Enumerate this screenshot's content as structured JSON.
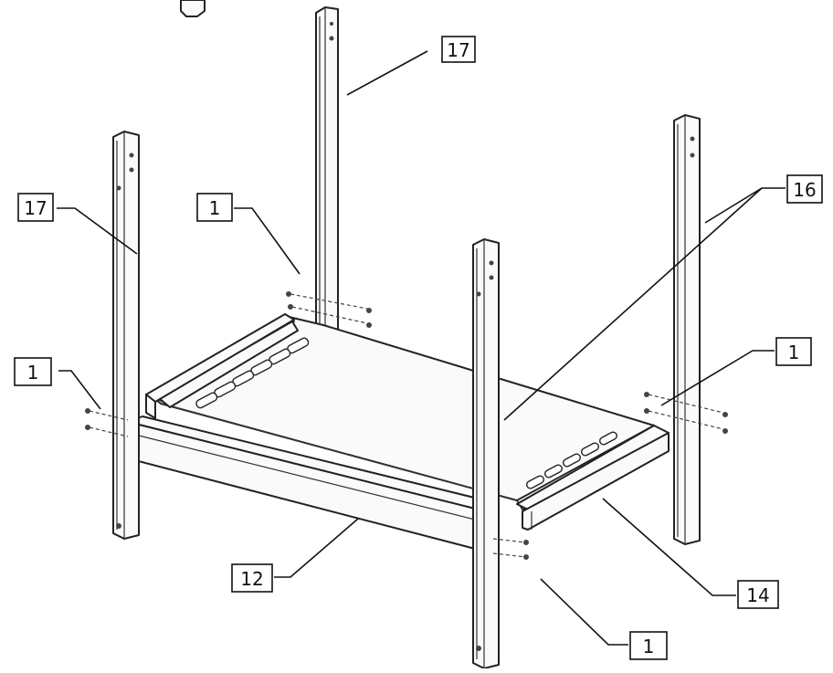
{
  "callouts": {
    "c1": "17",
    "c2": "17",
    "c3": "16",
    "c4": "1",
    "c5": "1",
    "c6": "1",
    "c7": "12",
    "c8": "14",
    "c9": "1"
  }
}
